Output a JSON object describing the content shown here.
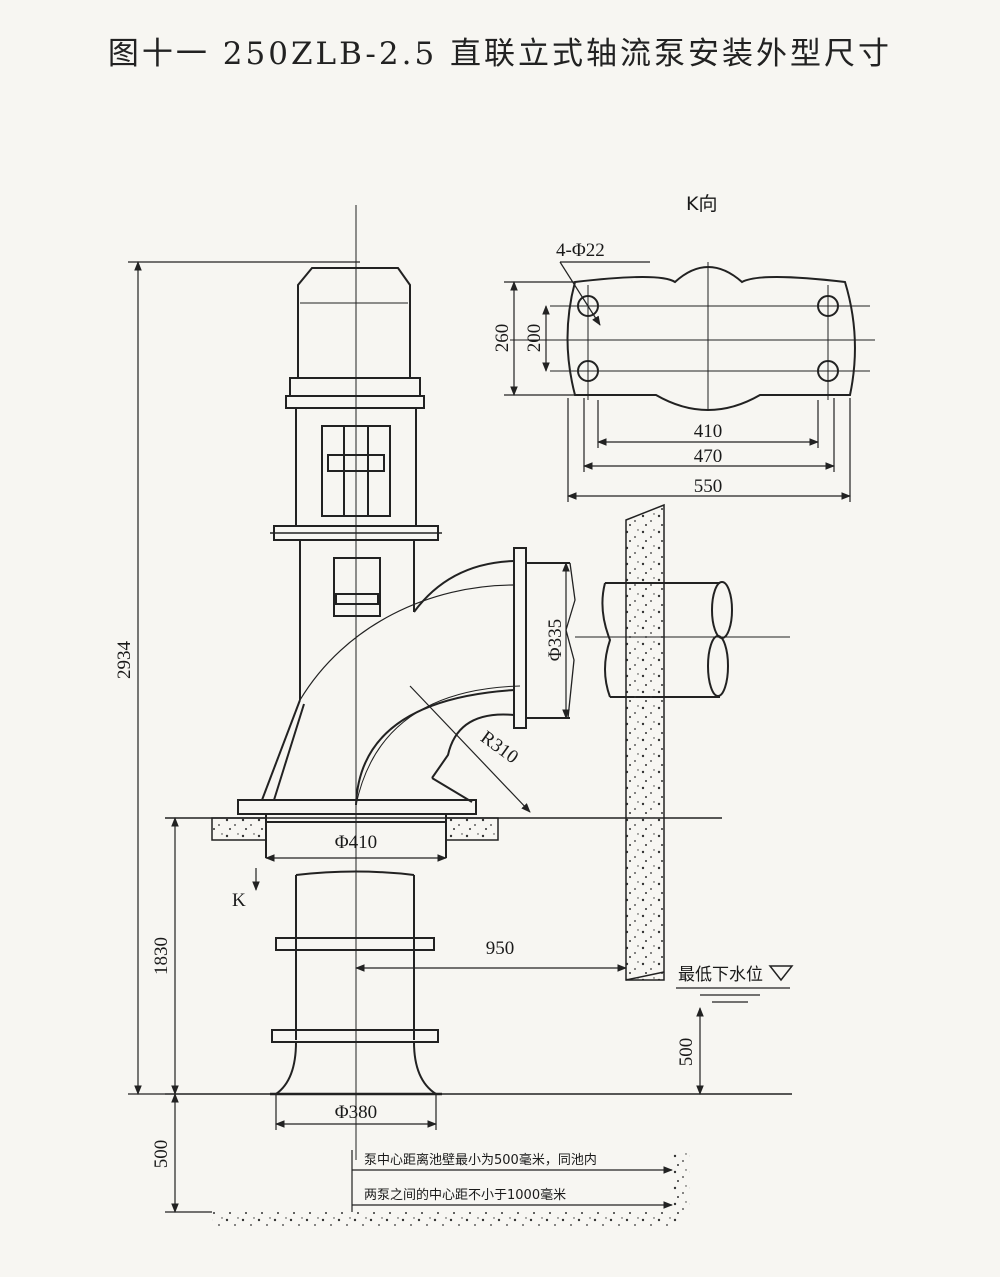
{
  "title": "图十一 250ZLB-2.5 直联立式轴流泵安装外型尺寸",
  "k_view": {
    "label": "K向",
    "holes": "4-Φ22",
    "dims": {
      "d260": "260",
      "d200": "200",
      "d410": "410",
      "d470": "470",
      "d550": "550"
    }
  },
  "pump": {
    "height": "2934",
    "outlet_dia": "Φ335",
    "bend_radius": "R310",
    "column_dia": "Φ410",
    "k_arrow": "K",
    "depth": "1830",
    "wall_distance": "950",
    "bell_dia": "Φ380",
    "bottom_clearance": "500",
    "submergence": "500"
  },
  "water_level": "最低下水位",
  "notes": [
    "泵中心距离池壁最小为500毫米，同池内",
    "两泵之间的中心距不小于1000毫米"
  ]
}
